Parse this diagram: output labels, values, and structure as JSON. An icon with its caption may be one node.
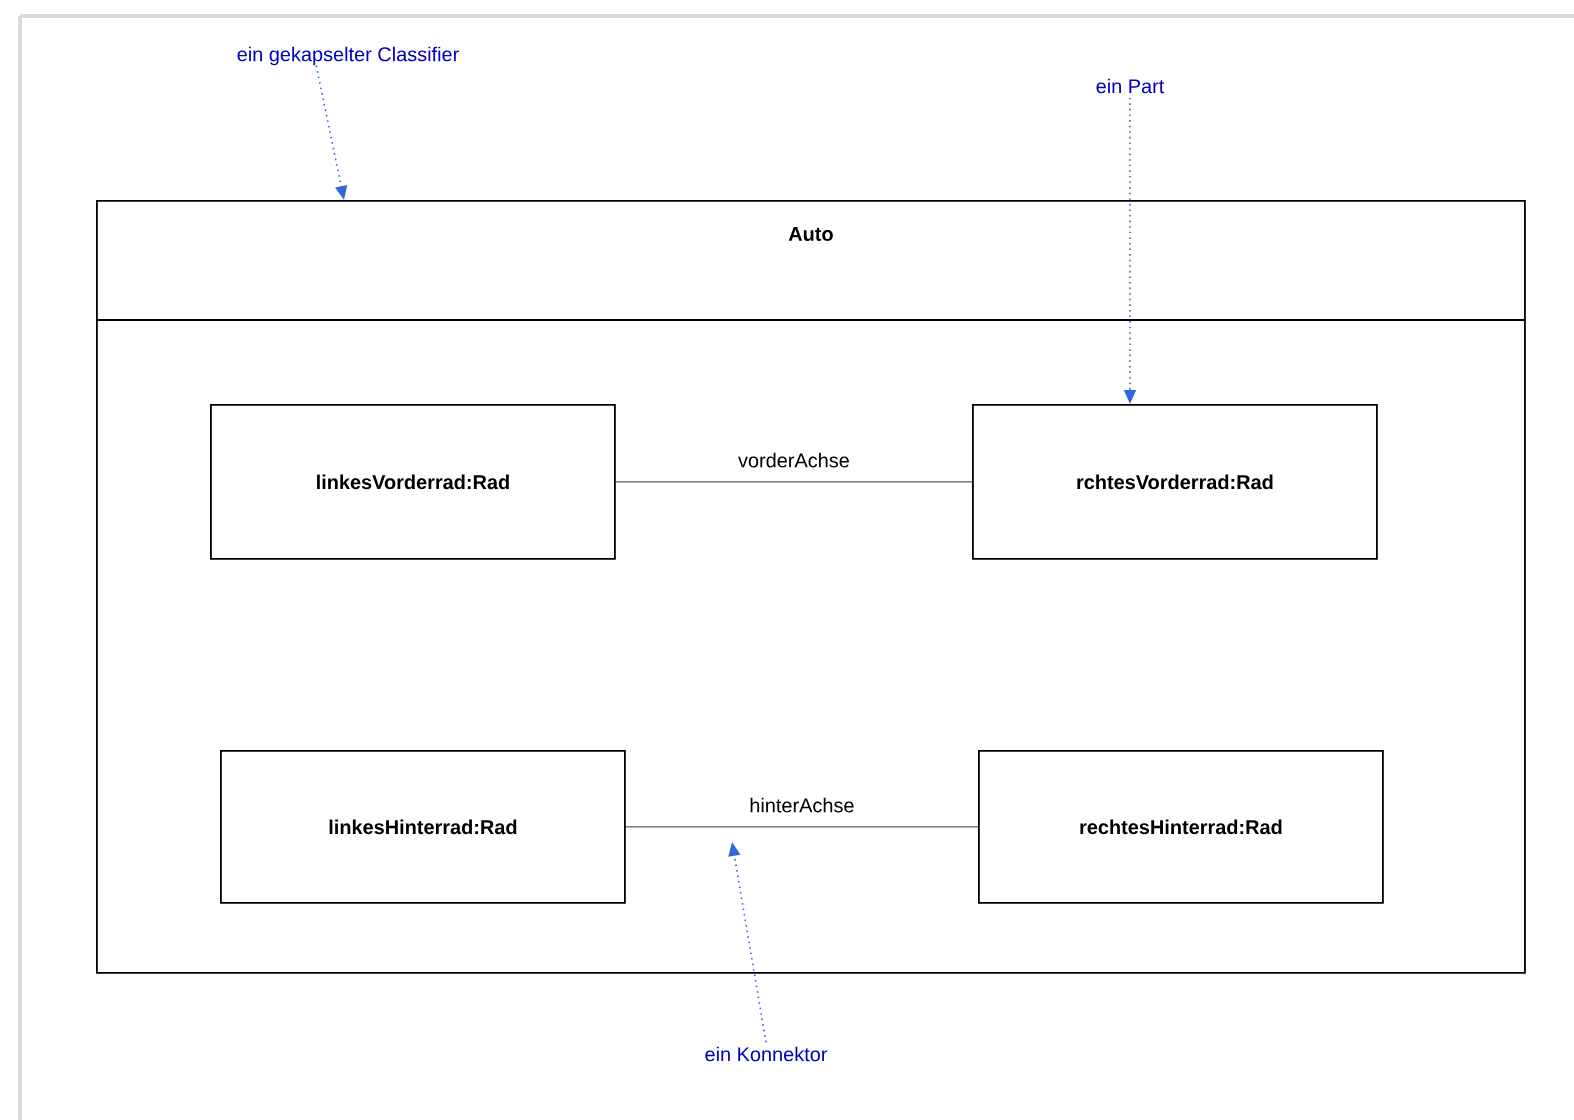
{
  "diagram": {
    "nodes": [
      {
        "text": [
          "Auto"
        ]
      },
      {
        "text": [
          "linkesVorderrad:Rad"
        ],
        "in": 0
      },
      {
        "text": [
          "rchtesVorderrad:Rad"
        ],
        "in": 0
      },
      {
        "text": [
          "linkesHinterrad:Rad"
        ],
        "in": 0
      },
      {
        "text": [
          "rechtesHinterrad:Rad"
        ],
        "in": 0
      },
      {
        "text": [
          "ein gekapselter Classifier"
        ]
      },
      {
        "text": [
          "ein Part"
        ]
      },
      {
        "text": [
          "ein Konnektor"
        ]
      }
    ],
    "edges": [
      {
        "from": 1,
        "to": 2,
        "arrow": "none",
        "label": "vorderAchse",
        "color": "#000000"
      },
      {
        "from": 3,
        "to": 4,
        "arrow": "none",
        "label": "hinterAchse",
        "color": "#000000"
      },
      {
        "from": 5,
        "to": 0,
        "arrow": "to",
        "style": "dashed",
        "color": "#3366dd"
      },
      {
        "from": 6,
        "to": 2,
        "arrow": "to",
        "style": "dashed",
        "color": "#3366dd"
      },
      {
        "from": 7,
        "to": null,
        "arrow": "to",
        "style": "dashed",
        "color": "#3366dd"
      }
    ]
  }
}
